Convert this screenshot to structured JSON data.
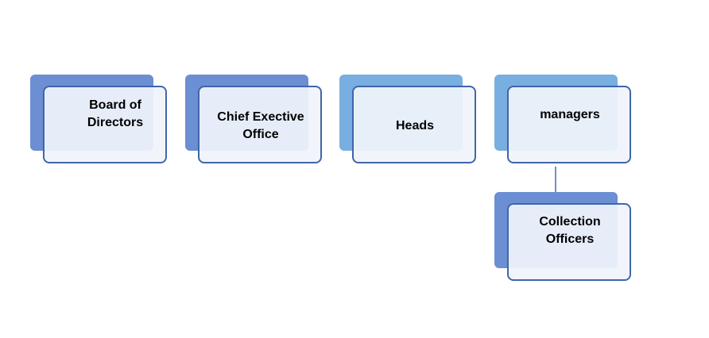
{
  "colors": {
    "back_dark": "#6c8ed2",
    "back_light": "#79aee0",
    "front_border": "#3f66a8",
    "front_fill": "#f0f4fb",
    "connector": "#6f8fd0"
  },
  "nodes": [
    {
      "label": "Board of\nDirectors",
      "back_color": "dark"
    },
    {
      "label": "Chief Exective\nOffice",
      "back_color": "dark"
    },
    {
      "label": "Heads",
      "back_color": "light"
    },
    {
      "label": "managers",
      "back_color": "light"
    },
    {
      "label": "Collection\nOfficers",
      "back_color": "dark"
    }
  ]
}
